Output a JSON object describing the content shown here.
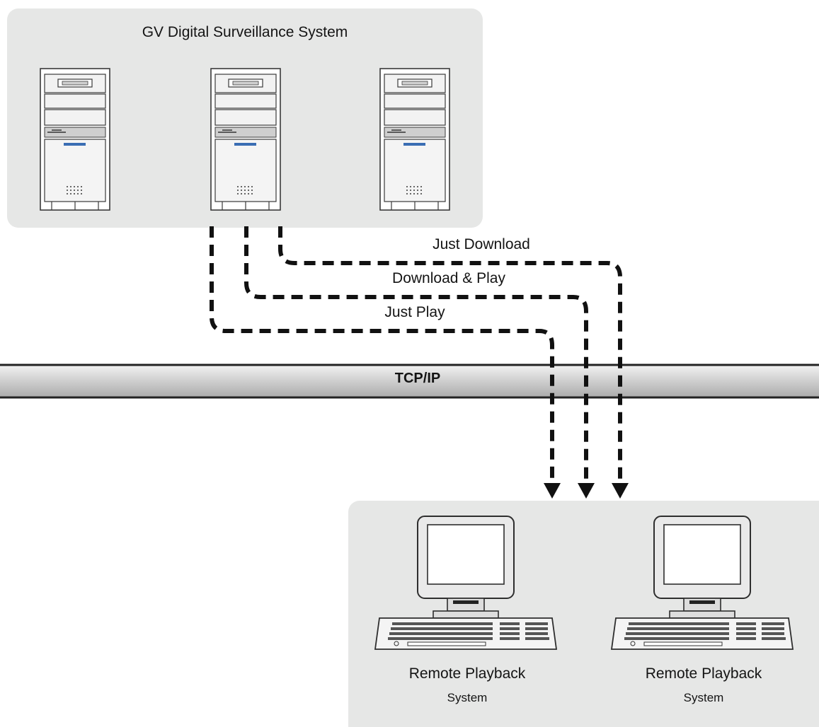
{
  "diagram": {
    "title": "GV Digital Surveillance System",
    "network_label": "TCP/IP",
    "connections": [
      {
        "label": "Just Download"
      },
      {
        "label": "Download & Play"
      },
      {
        "label": "Just Play"
      }
    ],
    "workstations": [
      {
        "title": "Remote Playback",
        "subtitle": "System"
      },
      {
        "title": "Remote Playback",
        "subtitle": "System"
      }
    ]
  },
  "colors": {
    "panel": "#e6e7e6",
    "line": "#111111",
    "screen_accent": "#3a6db3"
  },
  "icons": {
    "server": "server-tower-icon",
    "workstation": "desktop-computer-icon",
    "arrow": "arrow-down-icon"
  }
}
